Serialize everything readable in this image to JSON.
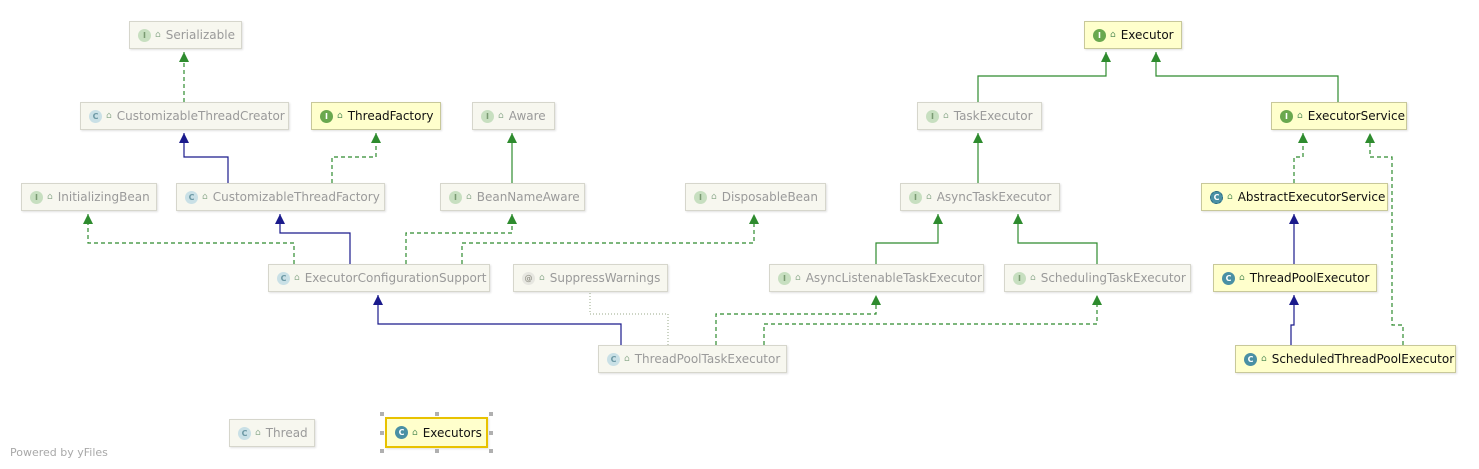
{
  "nodes": [
    {
      "id": "serializable",
      "label": "Serializable",
      "kind": "I",
      "state": "faded"
    },
    {
      "id": "customizable-thread-creator",
      "label": "CustomizableThreadCreator",
      "kind": "C",
      "state": "faded"
    },
    {
      "id": "thread-factory",
      "label": "ThreadFactory",
      "kind": "I",
      "state": "active"
    },
    {
      "id": "aware",
      "label": "Aware",
      "kind": "I",
      "state": "faded"
    },
    {
      "id": "initializing-bean",
      "label": "InitializingBean",
      "kind": "I",
      "state": "faded"
    },
    {
      "id": "customizable-thread-factory",
      "label": "CustomizableThreadFactory",
      "kind": "C",
      "state": "faded"
    },
    {
      "id": "bean-name-aware",
      "label": "BeanNameAware",
      "kind": "I",
      "state": "faded"
    },
    {
      "id": "disposable-bean",
      "label": "DisposableBean",
      "kind": "I",
      "state": "faded"
    },
    {
      "id": "executor-configuration-support",
      "label": "ExecutorConfigurationSupport",
      "kind": "C",
      "state": "faded"
    },
    {
      "id": "suppress-warnings",
      "label": "SuppressWarnings",
      "kind": "AT",
      "state": "faded"
    },
    {
      "id": "thread-pool-task-executor",
      "label": "ThreadPoolTaskExecutor",
      "kind": "C",
      "state": "faded"
    },
    {
      "id": "executor",
      "label": "Executor",
      "kind": "I",
      "state": "active"
    },
    {
      "id": "task-executor",
      "label": "TaskExecutor",
      "kind": "I",
      "state": "faded"
    },
    {
      "id": "executor-service",
      "label": "ExecutorService",
      "kind": "I",
      "state": "active"
    },
    {
      "id": "async-task-executor",
      "label": "AsyncTaskExecutor",
      "kind": "I",
      "state": "faded"
    },
    {
      "id": "abstract-executor-service",
      "label": "AbstractExecutorService",
      "kind": "C",
      "state": "active",
      "abstract": true
    },
    {
      "id": "async-listenable-task-executor",
      "label": "AsyncListenableTaskExecutor",
      "kind": "I",
      "state": "faded"
    },
    {
      "id": "scheduling-task-executor",
      "label": "SchedulingTaskExecutor",
      "kind": "I",
      "state": "faded"
    },
    {
      "id": "thread-pool-executor",
      "label": "ThreadPoolExecutor",
      "kind": "C",
      "state": "active"
    },
    {
      "id": "scheduled-thread-pool-executor",
      "label": "ScheduledThreadPoolExecutor",
      "kind": "C",
      "state": "active"
    },
    {
      "id": "thread",
      "label": "Thread",
      "kind": "C",
      "state": "faded"
    },
    {
      "id": "executors",
      "label": "Executors",
      "kind": "C",
      "state": "selected"
    }
  ],
  "badge_letters": {
    "I": "I",
    "C": "C",
    "AT": "@"
  },
  "edges": [
    {
      "from": "customizable-thread-creator",
      "to": "serializable",
      "type": "implements"
    },
    {
      "from": "customizable-thread-factory",
      "to": "customizable-thread-creator",
      "type": "extends"
    },
    {
      "from": "customizable-thread-factory",
      "to": "thread-factory",
      "type": "implements"
    },
    {
      "from": "bean-name-aware",
      "to": "aware",
      "type": "extends-interface"
    },
    {
      "from": "executor-configuration-support",
      "to": "initializing-bean",
      "type": "implements"
    },
    {
      "from": "executor-configuration-support",
      "to": "customizable-thread-factory",
      "type": "extends"
    },
    {
      "from": "executor-configuration-support",
      "to": "bean-name-aware",
      "type": "implements"
    },
    {
      "from": "executor-configuration-support",
      "to": "disposable-bean",
      "type": "implements"
    },
    {
      "from": "thread-pool-task-executor",
      "to": "executor-configuration-support",
      "type": "extends"
    },
    {
      "from": "thread-pool-task-executor",
      "to": "async-listenable-task-executor",
      "type": "implements"
    },
    {
      "from": "thread-pool-task-executor",
      "to": "scheduling-task-executor",
      "type": "implements"
    },
    {
      "from": "thread-pool-task-executor",
      "to": "suppress-warnings",
      "type": "annotation"
    },
    {
      "from": "task-executor",
      "to": "executor",
      "type": "extends-interface"
    },
    {
      "from": "executor-service",
      "to": "executor",
      "type": "extends-interface"
    },
    {
      "from": "async-task-executor",
      "to": "task-executor",
      "type": "extends-interface"
    },
    {
      "from": "async-listenable-task-executor",
      "to": "async-task-executor",
      "type": "extends-interface"
    },
    {
      "from": "scheduling-task-executor",
      "to": "async-task-executor",
      "type": "extends-interface"
    },
    {
      "from": "abstract-executor-service",
      "to": "executor-service",
      "type": "implements"
    },
    {
      "from": "thread-pool-executor",
      "to": "abstract-executor-service",
      "type": "extends"
    },
    {
      "from": "scheduled-thread-pool-executor",
      "to": "thread-pool-executor",
      "type": "extends"
    },
    {
      "from": "scheduled-thread-pool-executor",
      "to": "executor-service",
      "type": "implements"
    }
  ],
  "colors": {
    "extends": "#1a1a8c",
    "implements": "#2e8b2e",
    "extends-interface": "#2e8b2e",
    "annotation": "#9aa88a"
  },
  "watermark": "Powered by yFiles"
}
